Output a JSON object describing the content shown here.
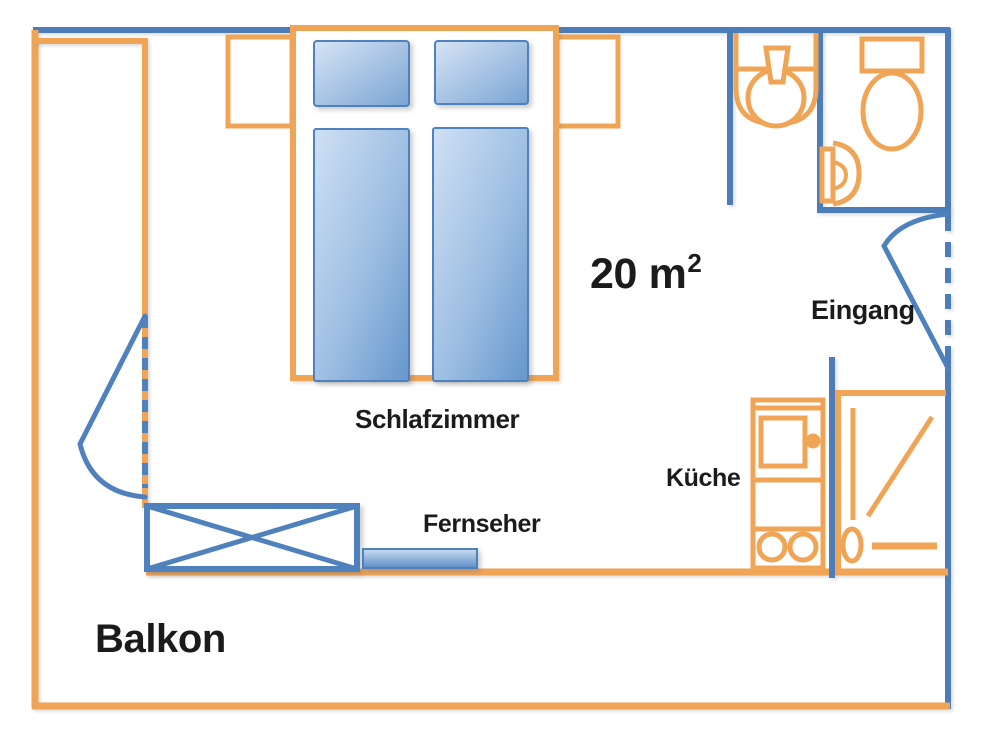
{
  "plan": {
    "type": "apartment-floor-plan",
    "labels": {
      "area": {
        "text": "20 m",
        "superscript": "2"
      },
      "bedroom": "Schlafzimmer",
      "balcony": "Balkon",
      "kitchen": "Küche",
      "entrance": "Eingang",
      "tv": "Fernseher"
    },
    "fixtures": [
      "double-bed",
      "pillow-left",
      "pillow-right",
      "mattress-left",
      "mattress-right",
      "nightstand-left",
      "nightstand-right",
      "toilet-round",
      "toilet-oval",
      "hand-basin",
      "shower",
      "kitchen-stove",
      "tv-screen",
      "balcony-table",
      "balcony-door",
      "entrance-door"
    ],
    "colors": {
      "wall_orange": "#F0A456",
      "wall_blue": "#4C7DB8",
      "furniture_blue": "#4F81BD",
      "furniture_fill_light": "#D7E4F4",
      "furniture_fill_dark": "#6596CC",
      "label_text": "#1B1B1B",
      "background": "#FFFFFF"
    }
  }
}
